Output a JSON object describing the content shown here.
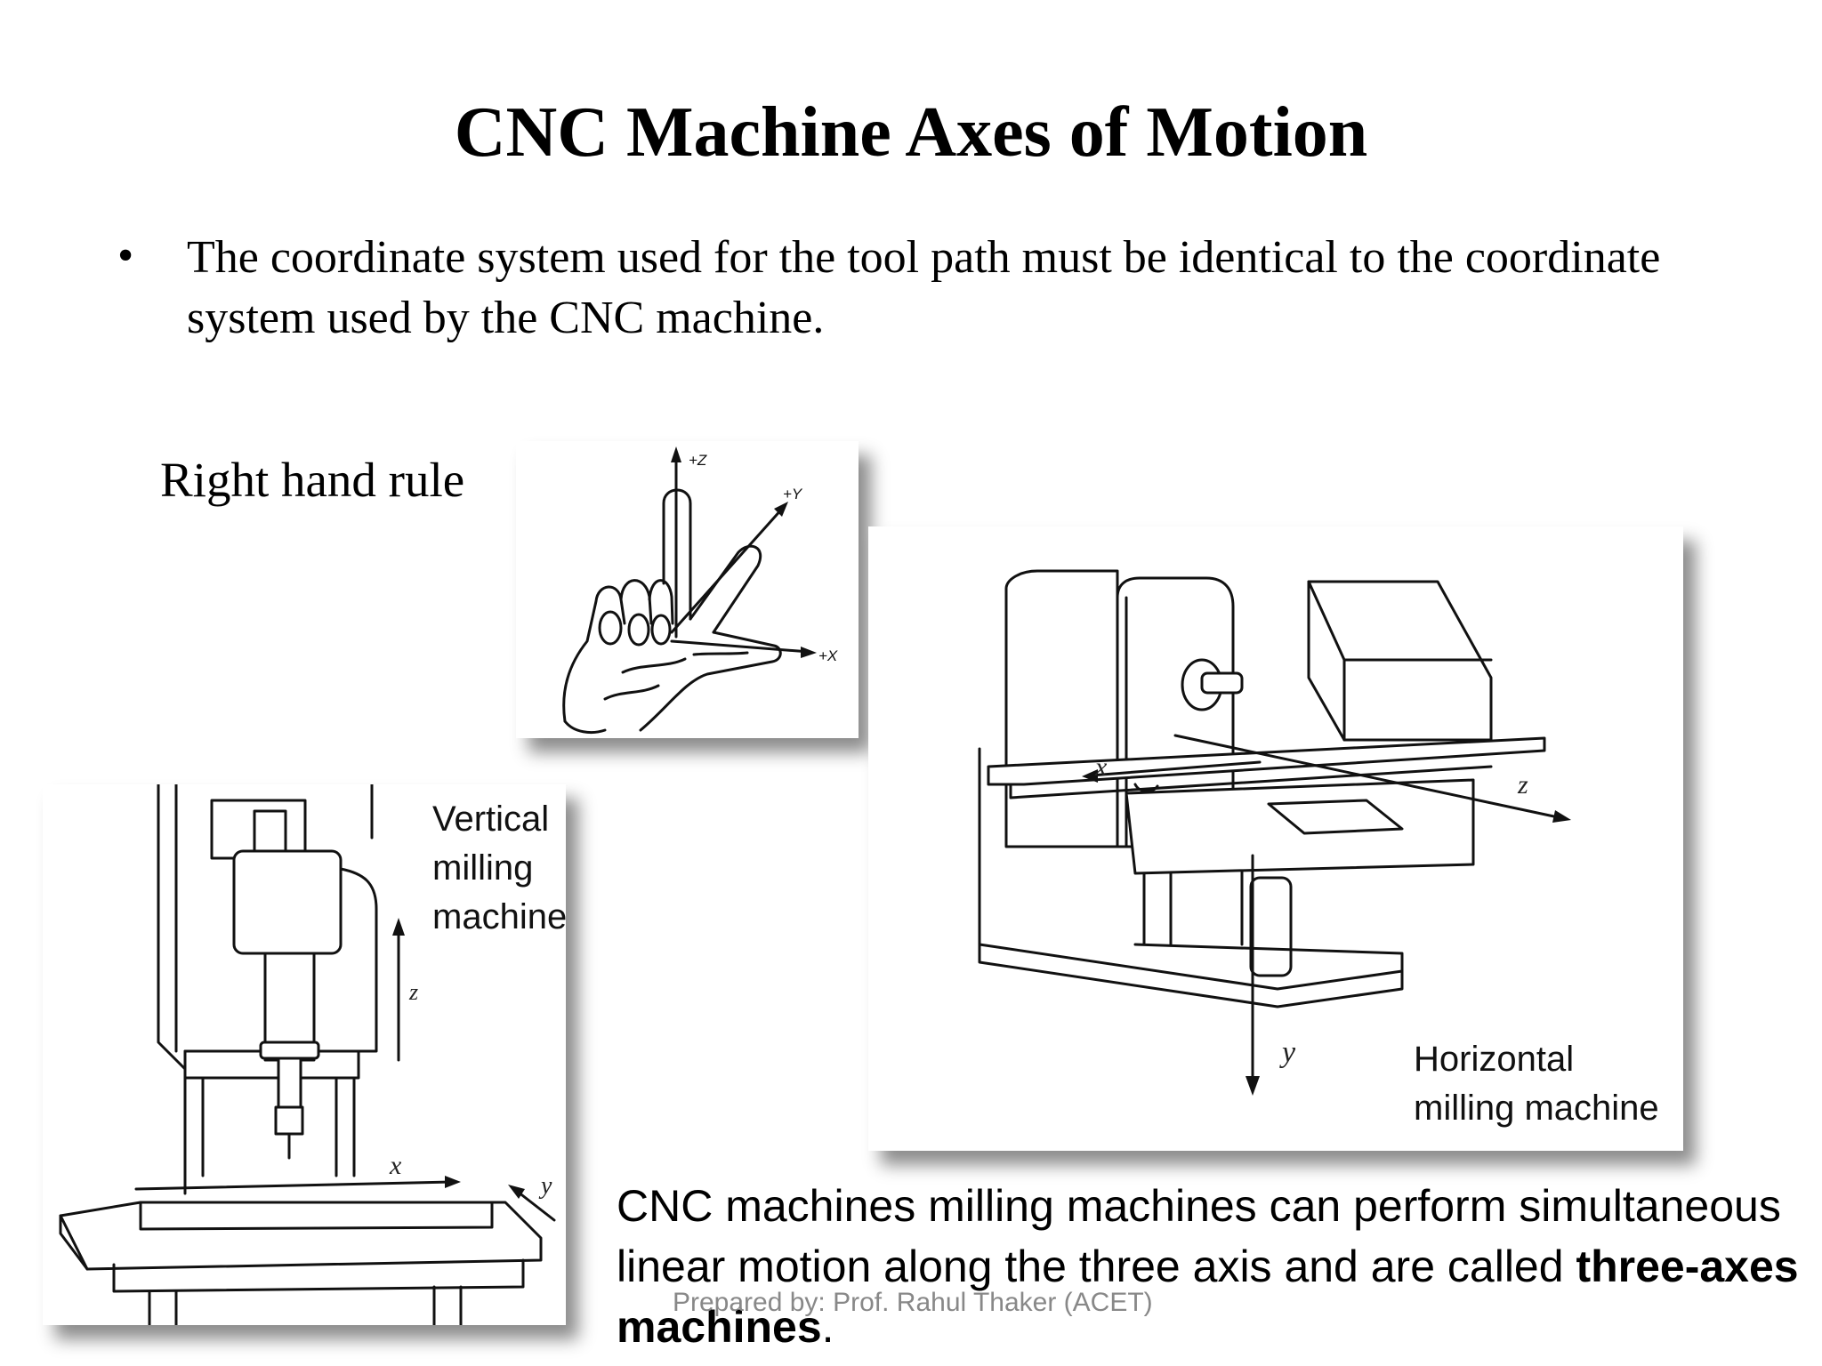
{
  "title": "CNC Machine Axes of Motion",
  "bullet": {
    "marker": "•",
    "text": "The coordinate system used for the tool path must be identical to the coordinate system used by the CNC machine."
  },
  "right_hand_rule": {
    "label": "Right hand rule",
    "axis_labels": {
      "z": "+Z",
      "y": "+Y",
      "x": "+X"
    }
  },
  "vertical_machine": {
    "caption": "Vertical milling machine",
    "axis_labels": {
      "x": "x",
      "y": "y",
      "z": "z"
    }
  },
  "horizontal_machine": {
    "caption": "Horizontal milling machine",
    "axis_labels": {
      "x": "x",
      "y": "y",
      "z": "z"
    }
  },
  "bottom_text": {
    "prefix": "CNC machines milling machines can perform simultaneous linear motion along the three axis and are called ",
    "emphasis": "three-axes machines",
    "suffix": "."
  },
  "footer": "Prepared by: Prof. Rahul Thaker (ACET)"
}
